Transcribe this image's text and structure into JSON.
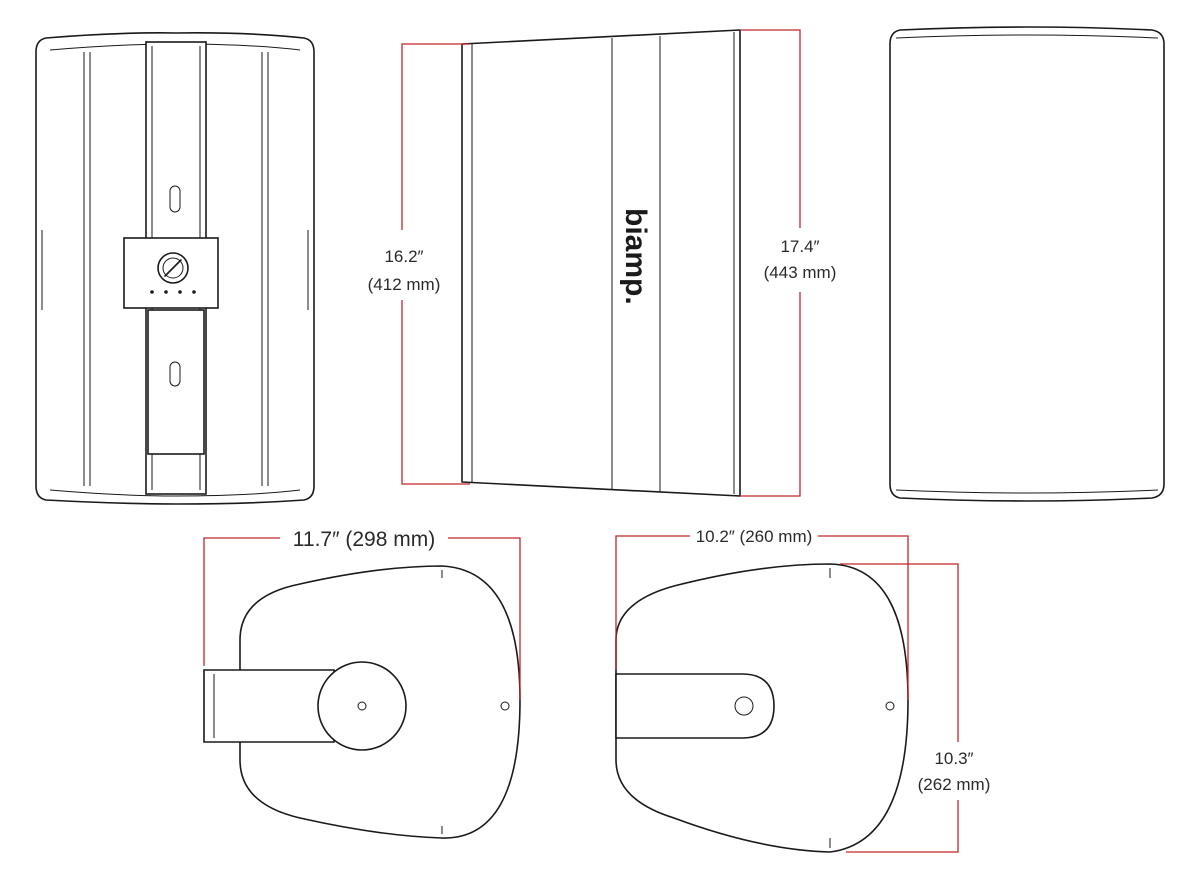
{
  "brand": {
    "logo_text": "biamp."
  },
  "colors": {
    "dimension_line": "#c1272d",
    "outline": "#1a1a1a",
    "background": "#ffffff"
  },
  "dimensions": {
    "side_height_left": {
      "inches": "16.2″",
      "mm": "(412 mm)"
    },
    "side_height_right": {
      "inches": "17.4″",
      "mm": "(443 mm)"
    },
    "top_depth_with_bracket": {
      "label": "11.7″  (298 mm)"
    },
    "top_depth": {
      "label": "10.2″  (260 mm)"
    },
    "top_width": {
      "inches": "10.3″",
      "mm": "(262 mm)"
    }
  }
}
